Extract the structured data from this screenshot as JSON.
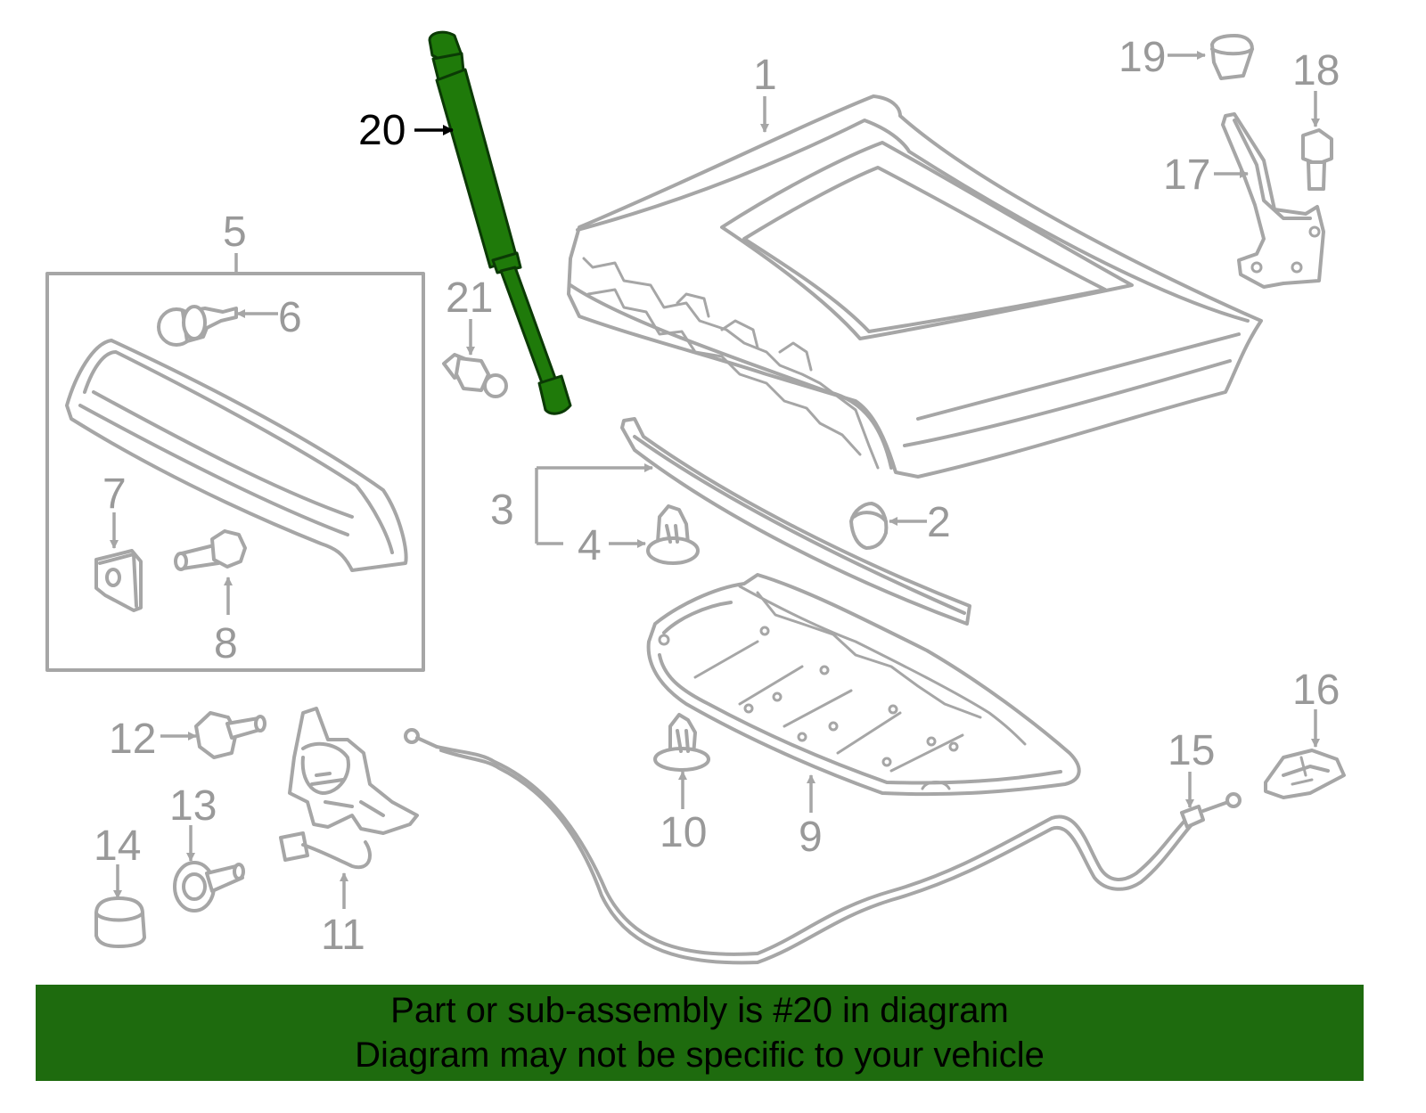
{
  "labels": {
    "p1": "1",
    "p2": "2",
    "p3": "3",
    "p4": "4",
    "p5": "5",
    "p6": "6",
    "p7": "7",
    "p8": "8",
    "p9": "9",
    "p10": "10",
    "p11": "11",
    "p12": "12",
    "p13": "13",
    "p14": "14",
    "p15": "15",
    "p16": "16",
    "p17": "17",
    "p18": "18",
    "p19": "19",
    "p20": "20",
    "p21": "21"
  },
  "highlight": {
    "part": "20",
    "color": "#1f7a0a"
  },
  "colors": {
    "line": "#a6a6a6",
    "label": "#999999",
    "banner": "#1e6b0e"
  },
  "banner": {
    "line1": "Part or sub-assembly is #20 in diagram",
    "line2": "Diagram may not be specific to your vehicle"
  }
}
